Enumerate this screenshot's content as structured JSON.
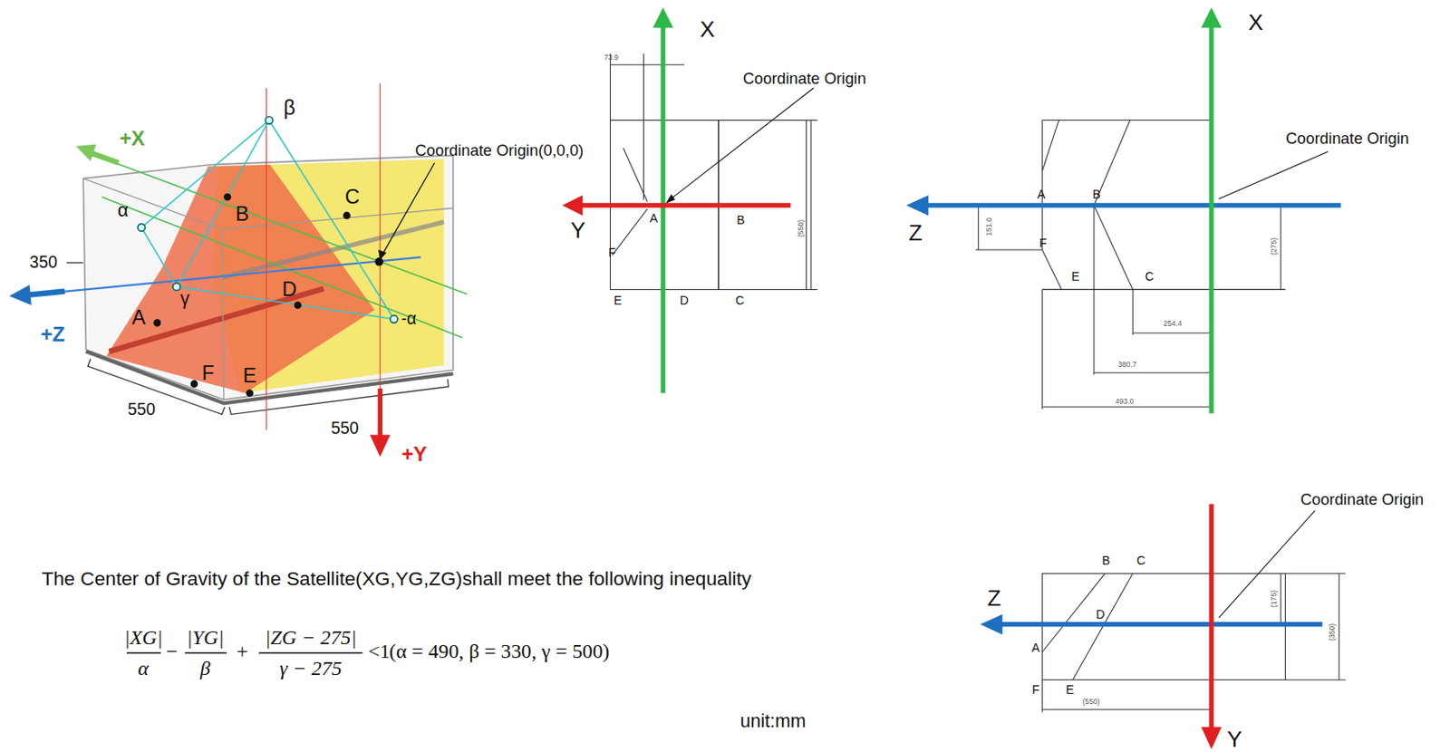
{
  "diagram": {
    "labels": [
      "+X",
      "β",
      "Coordinate Origin(0,0,0)",
      "α",
      "B",
      "C",
      "350",
      "+Z",
      "γ",
      "D",
      "-α",
      "A",
      "F",
      "E",
      "550",
      "550",
      "+Y",
      "X",
      "Coordinate Origin",
      "73.9",
      "Y",
      "A",
      "B",
      "(550)",
      "F",
      "E",
      "D",
      "C",
      "X",
      "Coordinate Origin",
      "A",
      "B",
      "Z",
      "151.0",
      "F",
      "(275)",
      "E",
      "C",
      "254.4",
      "380.7",
      "493.0",
      "Coordinate Origin",
      "B",
      "C",
      "Z",
      "D",
      "(175)",
      "A",
      "(350)",
      "F",
      "E",
      "(550)",
      "Y",
      "The Center of Gravity of the Satellite(XG,YG,ZG)shall meet the following  inequality",
      "|XG|",
      "α",
      "−",
      "|YG|",
      "β",
      "+",
      "|ZG − 275|",
      "γ − 275",
      "<1",
      "(α = 490, β = 330, γ = 500)",
      "unit:mm"
    ]
  }
}
